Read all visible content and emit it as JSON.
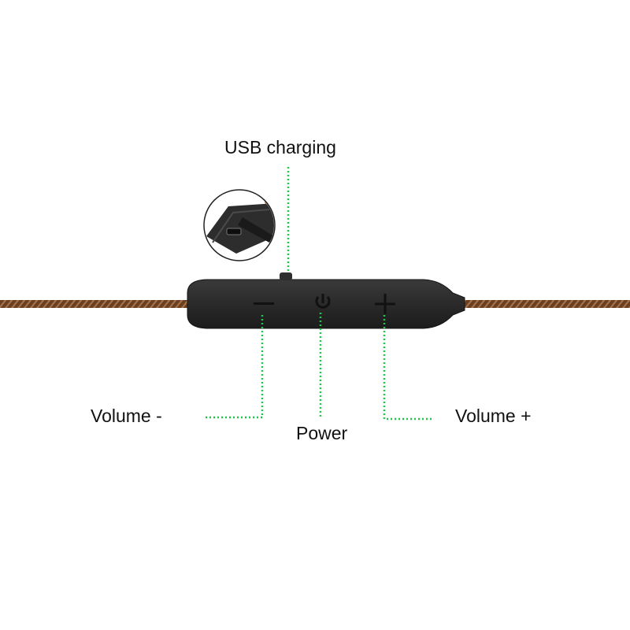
{
  "labels": {
    "usb_charging": "USB charging",
    "volume_minus": "Volume -",
    "power": "Power",
    "volume_plus": "Volume +"
  },
  "colors": {
    "background": "#ffffff",
    "cable": "#7a4a2a",
    "remote_body": "#2b2b2b",
    "callout_line": "#22c44a",
    "text": "#111111"
  },
  "icons": [
    "minus-icon",
    "power-icon",
    "plus-icon",
    "usb-port-icon"
  ]
}
